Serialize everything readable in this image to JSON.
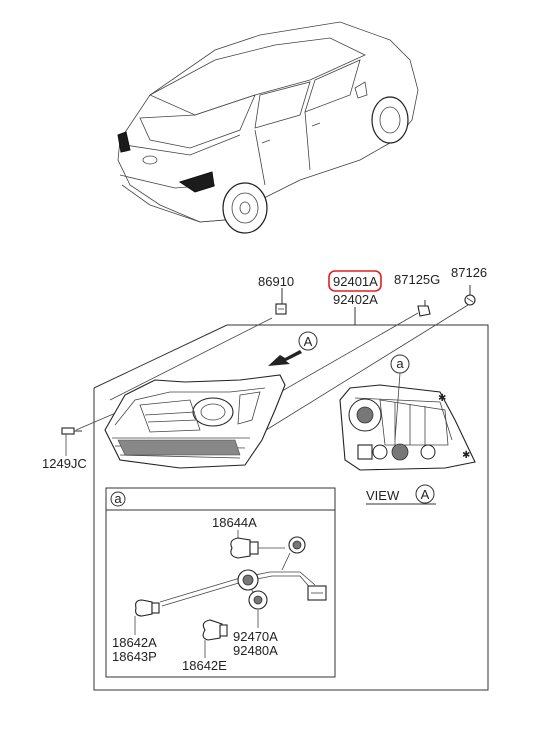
{
  "labels": {
    "p86910": "86910",
    "p92401a": "92401A",
    "p92402a": "92402A",
    "p87125g": "87125G",
    "p87126": "87126",
    "p1249jc": "1249JC",
    "view": "VIEW",
    "callout_a": "A",
    "detail_a": "a",
    "p18644a": "18644A",
    "p18642a": "18642A",
    "p18643p": "18643P",
    "p18642e": "18642E",
    "p92470a": "92470A",
    "p92480a": "92480A"
  },
  "colors": {
    "highlight": "#e0201c",
    "line": "#333333"
  }
}
